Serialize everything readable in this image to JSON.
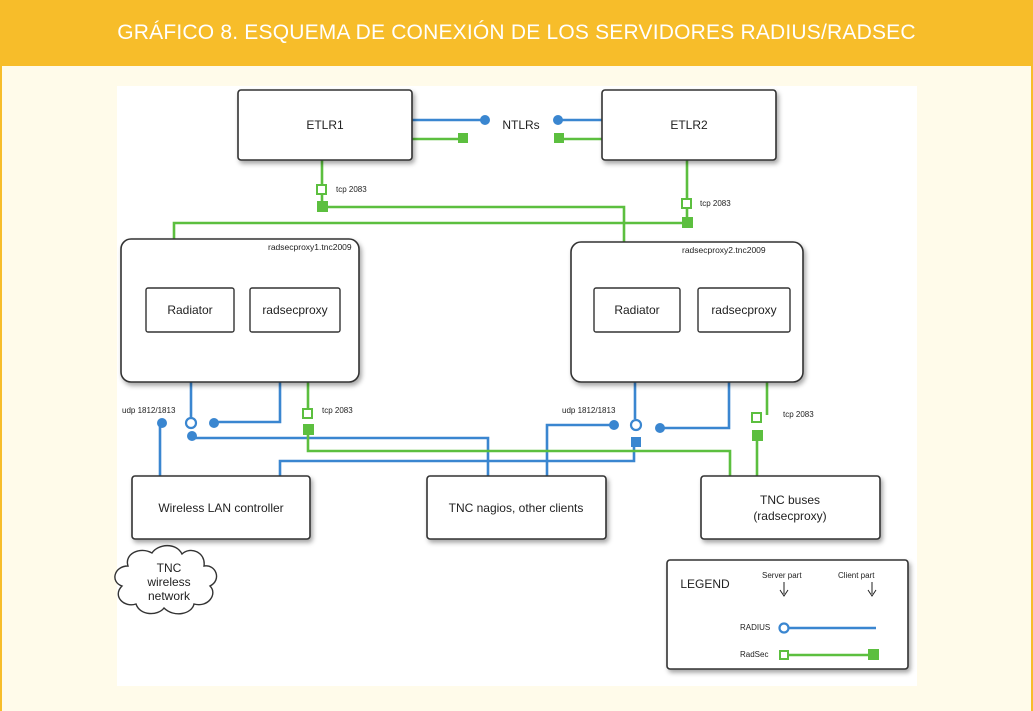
{
  "header": {
    "title": "GRÁFICO 8. ESQUEMA DE CONEXIÓN DE LOS SERVIDORES RADIUS/RADSEC"
  },
  "nodes": {
    "etlr1": "ETLR1",
    "etlr2": "ETLR2",
    "ntlrs": "NTLRs",
    "proxy1_host": "radsecproxy1.tnc2009",
    "proxy2_host": "radsecproxy2.tnc2009",
    "radiator": "Radiator",
    "radsecproxy": "radsecproxy",
    "wlc": "Wireless LAN controller",
    "nagios": "TNC nagios, other clients",
    "buses_line1": "TNC buses",
    "buses_line2": "(radsecproxy)",
    "cloud_line1": "TNC",
    "cloud_line2": "wireless",
    "cloud_line3": "network"
  },
  "ports": {
    "tcp": "tcp 2083",
    "udp": "udp 1812/1813"
  },
  "legend": {
    "title": "LEGEND",
    "server_part": "Server part",
    "client_part": "Client part",
    "radius": "RADIUS",
    "radsec": "RadSec"
  },
  "colors": {
    "header": "#f7bd2a",
    "radius": "#3a86d0",
    "radsec": "#5cbf3f"
  }
}
